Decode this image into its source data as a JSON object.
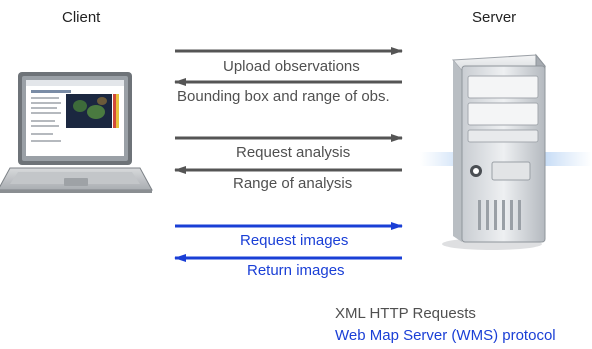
{
  "headings": {
    "client": "Client",
    "server": "Server"
  },
  "messages": [
    {
      "label": "Upload observations",
      "direction": "to-server",
      "color": "#555555"
    },
    {
      "label": "Bounding box and range of obs.",
      "direction": "to-client",
      "color": "#555555"
    },
    {
      "label": "Request analysis",
      "direction": "to-server",
      "color": "#555555"
    },
    {
      "label": "Range of analysis",
      "direction": "to-client",
      "color": "#555555"
    },
    {
      "label": "Request images",
      "direction": "to-server",
      "color": "#1a3fd6"
    },
    {
      "label": "Return images",
      "direction": "to-client",
      "color": "#1a3fd6"
    }
  ],
  "legend": {
    "gray_note": "XML HTTP Requests",
    "blue_note": "Web Map Server (WMS) protocol"
  },
  "colors": {
    "gray": "#555555",
    "blue": "#1a3fd6"
  }
}
